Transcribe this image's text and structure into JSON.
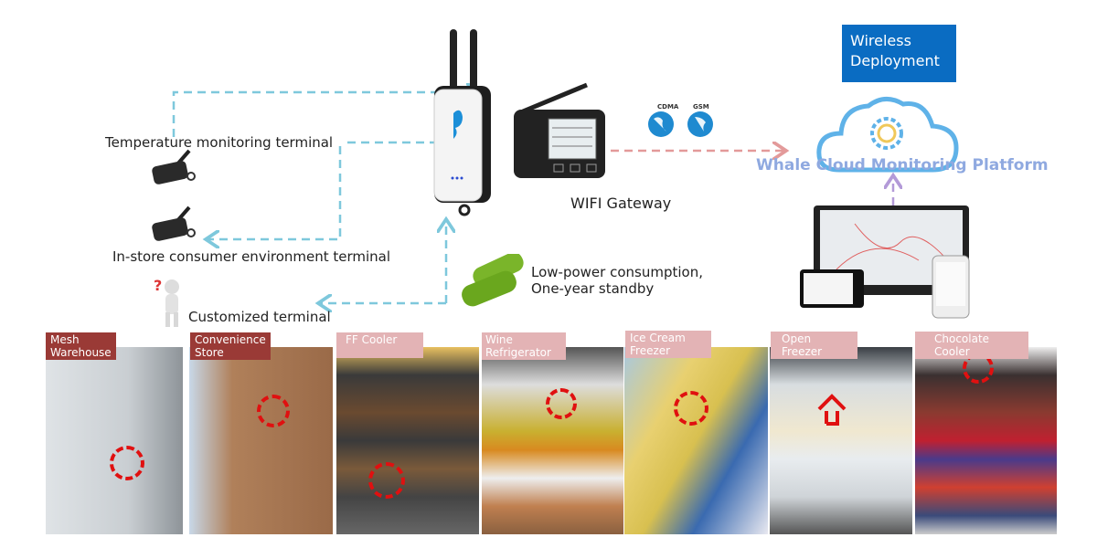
{
  "terminals": {
    "temperature": "Temperature monitoring terminal",
    "instore": "In-store consumer environment terminal",
    "customized": "Customized terminal"
  },
  "gateway": {
    "label": "WIFI Gateway",
    "network_badges": [
      "CDMA",
      "GSM"
    ]
  },
  "battery": {
    "line1": "Low-power consumption,",
    "line2": "One-year standby"
  },
  "cloud": {
    "deployment_line1": "Wireless",
    "deployment_line2": "Deployment",
    "platform_title": "Whale Cloud Monitoring Platform"
  },
  "colors": {
    "link_blue": "#7ec8dc",
    "link_red": "#e39a9a",
    "link_purple": "#b39ad8",
    "deploy_blue": "#0a6cc2",
    "platform_text": "#8fa9e0",
    "tag_dark": "#9a3a36",
    "tag_pink": "#e3b3b5",
    "marker_red": "#e01010"
  },
  "scenes": [
    {
      "line1": "Mesh",
      "line2": "Warehouse",
      "style": "dark"
    },
    {
      "line1": "Convenience",
      "line2": "Store",
      "style": "dark"
    },
    {
      "line1": "FF Cooler",
      "line2": "",
      "style": "pink"
    },
    {
      "line1": "Wine",
      "line2": "Refrigerator",
      "style": "pink"
    },
    {
      "line1": "Ice Cream",
      "line2": "Freezer",
      "style": "pink"
    },
    {
      "line1": "Open",
      "line2": "Freezer",
      "style": "pink"
    },
    {
      "line1": "Chocolate",
      "line2": "Cooler",
      "style": "pink"
    }
  ]
}
